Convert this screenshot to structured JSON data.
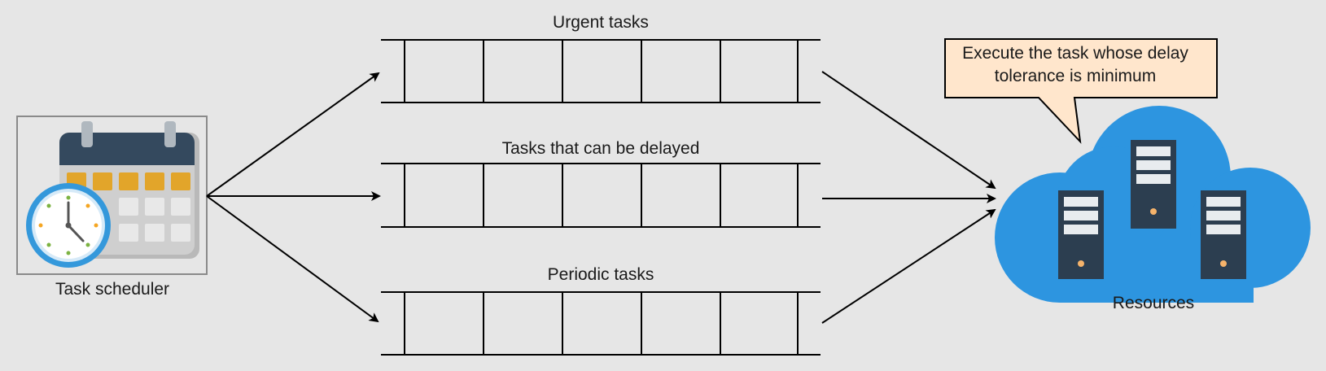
{
  "scheduler": {
    "label": "Task scheduler",
    "icon": "calendar-clock-icon"
  },
  "queues": [
    {
      "label": "Urgent tasks"
    },
    {
      "label": "Tasks that can be delayed"
    },
    {
      "label": "Periodic tasks"
    }
  ],
  "callout": {
    "text": "Execute the task whose delay tolerance is minimum"
  },
  "resources": {
    "label": "Resources",
    "icon": "cloud-servers-icon"
  },
  "colors": {
    "background": "#e6e6e6",
    "calendar_header": "#34495e",
    "calendar_body": "#c9c9c9",
    "calendar_cells": "#e0e0e0",
    "calendar_accent_cells": "#e2a52a",
    "clock_ring": "#3498db",
    "cloud": "#2d95e0",
    "server": "#2c3e50",
    "server_led": "#f5b36b",
    "callout_fill": "#ffe6cc"
  }
}
